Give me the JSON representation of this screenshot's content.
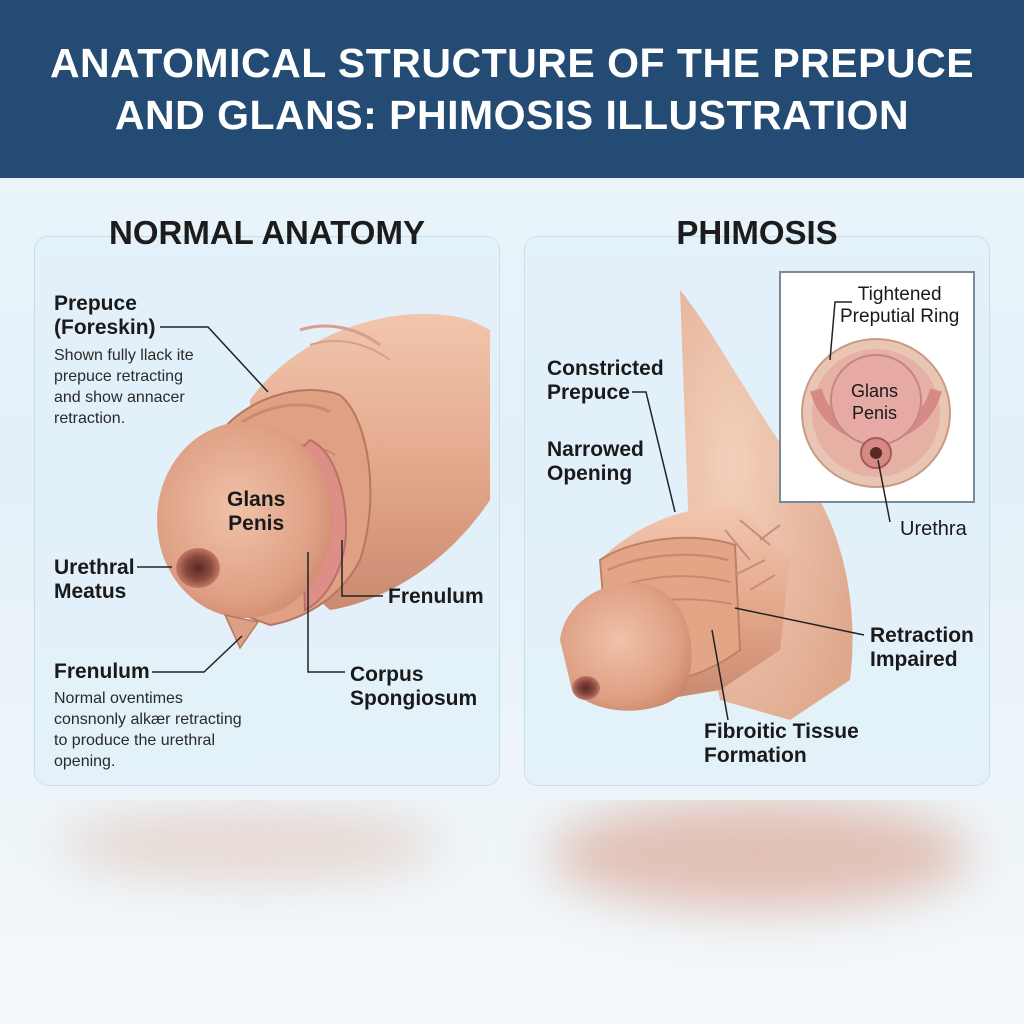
{
  "header": {
    "title_line1": "ANATOMICAL STRUCTURE OF THE PREPUCE",
    "title_line2": "AND GLANS: PHIMOSIS ILLUSTRATION"
  },
  "normal": {
    "title": "NORMAL ANATOMY",
    "prepuce_label_1": "Prepuce",
    "prepuce_label_2": "(Foreskin)",
    "prepuce_desc": [
      "Shown fully llack ite",
      "prepuce retracting",
      "and show annacer",
      "retraction."
    ],
    "glans_1": "Glans",
    "glans_2": "Penis",
    "urethral_1": "Urethral",
    "urethral_2": "Meatus",
    "frenulum_right": "Frenulum",
    "frenulum_left": "Frenulum",
    "frenulum_desc": [
      "Normal oventimes",
      "consnonly alkær retracting",
      "to produce the urethral",
      "opening."
    ],
    "corpus_1": "Corpus",
    "corpus_2": "Spongiosum"
  },
  "phimosis": {
    "title": "PHIMOSIS",
    "constricted_1": "Constricted",
    "constricted_2": "Prepuce",
    "narrowed_1": "Narrowed",
    "narrowed_2": "Opening",
    "retraction_1": "Retraction",
    "retraction_2": "Impaired",
    "fibrotic_1": "Fibroitic Tissue",
    "fibrotic_2": "Formation",
    "inset": {
      "ring_1": "Tightened",
      "ring_2": "Preputial Ring",
      "glans_1": "Glans",
      "glans_2": "Penis",
      "urethra": "Urethra"
    }
  },
  "colors": {
    "banner": "#234b73",
    "skin": "#e2a586",
    "skin_dark": "#c77f66",
    "tissue": "#d98c86"
  }
}
